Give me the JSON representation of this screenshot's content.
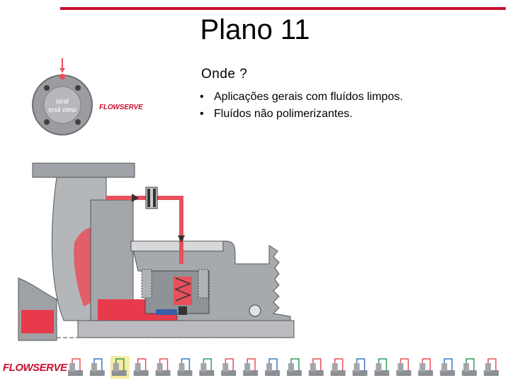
{
  "slide": {
    "title": "Plano 11",
    "subheading": "Onde ?",
    "bullets": [
      "Aplicações gerais com fluídos limpos.",
      "Fluídos não polimerizantes."
    ],
    "bullet_glyph": "•"
  },
  "seal_view": {
    "label_line1": "seal",
    "label_line2": "end view"
  },
  "brand": {
    "name": "FLOWSERVE",
    "color": "#c8102e"
  },
  "footer": {
    "thumbnail_count": 20
  },
  "colors": {
    "accent": "#c8102e",
    "flow": "#e8505b",
    "metal": "#a9acb0"
  }
}
